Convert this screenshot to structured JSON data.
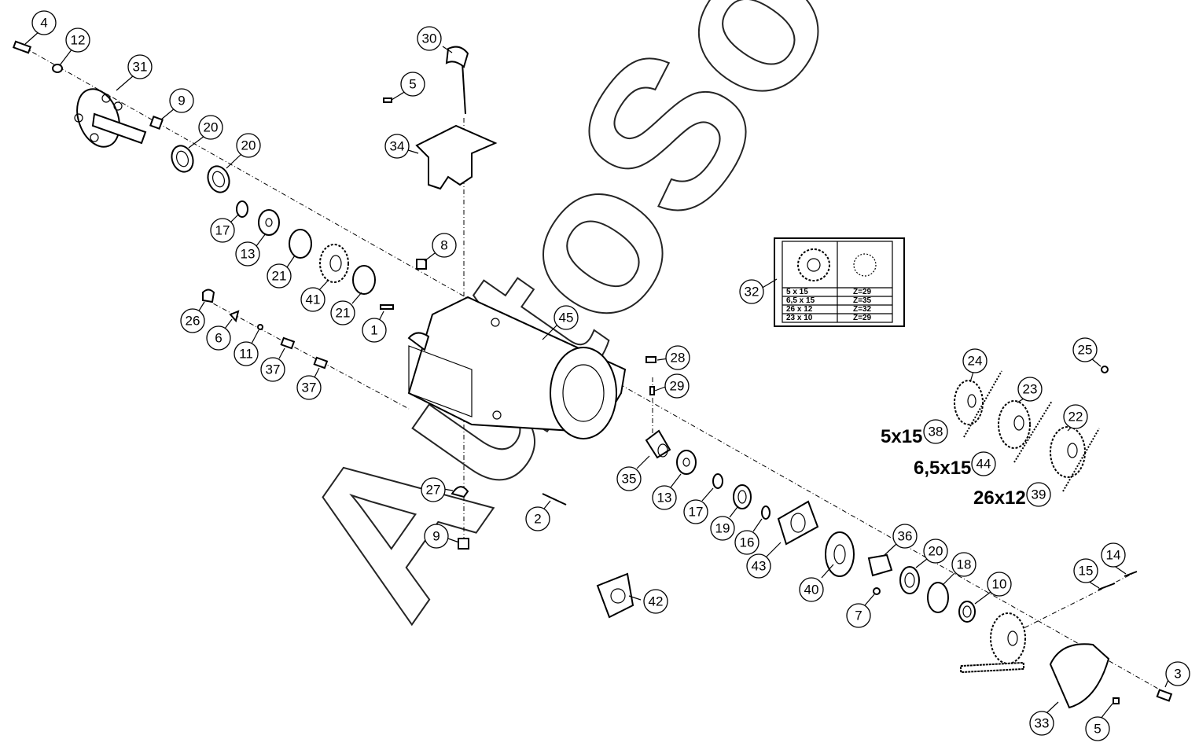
{
  "watermark": "AutoSoft",
  "callouts": [
    {
      "id": "c-4",
      "label": "4"
    },
    {
      "id": "c-12",
      "label": "12"
    },
    {
      "id": "c-31",
      "label": "31"
    },
    {
      "id": "c-9a",
      "label": "9"
    },
    {
      "id": "c-20a",
      "label": "20"
    },
    {
      "id": "c-20b",
      "label": "20"
    },
    {
      "id": "c-17a",
      "label": "17"
    },
    {
      "id": "c-13a",
      "label": "13"
    },
    {
      "id": "c-21a",
      "label": "21"
    },
    {
      "id": "c-41",
      "label": "41"
    },
    {
      "id": "c-21b",
      "label": "21"
    },
    {
      "id": "c-30",
      "label": "30"
    },
    {
      "id": "c-5a",
      "label": "5"
    },
    {
      "id": "c-34",
      "label": "34"
    },
    {
      "id": "c-8",
      "label": "8"
    },
    {
      "id": "c-1",
      "label": "1"
    },
    {
      "id": "c-45",
      "label": "45"
    },
    {
      "id": "c-26",
      "label": "26"
    },
    {
      "id": "c-6",
      "label": "6"
    },
    {
      "id": "c-11",
      "label": "11"
    },
    {
      "id": "c-37a",
      "label": "37"
    },
    {
      "id": "c-37b",
      "label": "37"
    },
    {
      "id": "c-32",
      "label": "32"
    },
    {
      "id": "c-28",
      "label": "28"
    },
    {
      "id": "c-29",
      "label": "29"
    },
    {
      "id": "c-35",
      "label": "35"
    },
    {
      "id": "c-13b",
      "label": "13"
    },
    {
      "id": "c-17b",
      "label": "17"
    },
    {
      "id": "c-19",
      "label": "19"
    },
    {
      "id": "c-16",
      "label": "16"
    },
    {
      "id": "c-43",
      "label": "43"
    },
    {
      "id": "c-27",
      "label": "27"
    },
    {
      "id": "c-2",
      "label": "2"
    },
    {
      "id": "c-9b",
      "label": "9"
    },
    {
      "id": "c-42",
      "label": "42"
    },
    {
      "id": "c-40",
      "label": "40"
    },
    {
      "id": "c-7",
      "label": "7"
    },
    {
      "id": "c-36",
      "label": "36"
    },
    {
      "id": "c-20c",
      "label": "20"
    },
    {
      "id": "c-18",
      "label": "18"
    },
    {
      "id": "c-10",
      "label": "10"
    },
    {
      "id": "c-24",
      "label": "24"
    },
    {
      "id": "c-25",
      "label": "25"
    },
    {
      "id": "c-23",
      "label": "23"
    },
    {
      "id": "c-22",
      "label": "22"
    },
    {
      "id": "c-38",
      "label": "38"
    },
    {
      "id": "c-44",
      "label": "44"
    },
    {
      "id": "c-39",
      "label": "39"
    },
    {
      "id": "c-15",
      "label": "15"
    },
    {
      "id": "c-14",
      "label": "14"
    },
    {
      "id": "c-3",
      "label": "3"
    },
    {
      "id": "c-33",
      "label": "33"
    },
    {
      "id": "c-5b",
      "label": "5"
    }
  ],
  "size_labels": {
    "s1": "5x15",
    "s2": "6,5x15",
    "s3": "26x12"
  },
  "ratio_table": {
    "rows": [
      {
        "size": "5  x  15",
        "teeth": "Z=29"
      },
      {
        "size": "6,5  x  15",
        "teeth": "Z=35"
      },
      {
        "size": "26  x  12",
        "teeth": "Z=32"
      },
      {
        "size": "23  x  10",
        "teeth": "Z=29"
      }
    ]
  }
}
